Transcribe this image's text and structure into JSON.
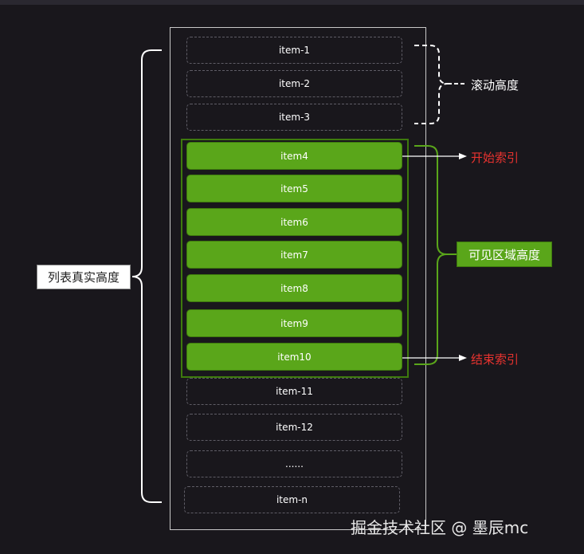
{
  "items": [
    {
      "label": "item-1",
      "style": "dashed"
    },
    {
      "label": "item-2",
      "style": "dashed"
    },
    {
      "label": "item-3",
      "style": "dashed"
    },
    {
      "label": "item4",
      "style": "green"
    },
    {
      "label": "item5",
      "style": "green"
    },
    {
      "label": "item6",
      "style": "green"
    },
    {
      "label": "item7",
      "style": "green"
    },
    {
      "label": "item8",
      "style": "green"
    },
    {
      "label": "item9",
      "style": "green"
    },
    {
      "label": "item10",
      "style": "green"
    },
    {
      "label": "item-11",
      "style": "dashed"
    },
    {
      "label": "item-12",
      "style": "dashed"
    },
    {
      "label": "......",
      "style": "dashed"
    },
    {
      "label": "item-n",
      "style": "dashed"
    }
  ],
  "labels": {
    "list_total_height": "列表真实高度",
    "scroll_height": "滚动高度",
    "start_index": "开始索引",
    "visible_height": "可见区域高度",
    "end_index": "结束索引"
  },
  "watermark": "掘金技术社区 @ 墨辰mc",
  "colors": {
    "background": "#19171c",
    "green": "#5aa61a",
    "index_red": "#e8332f",
    "container_border": "#c8c8c8"
  }
}
